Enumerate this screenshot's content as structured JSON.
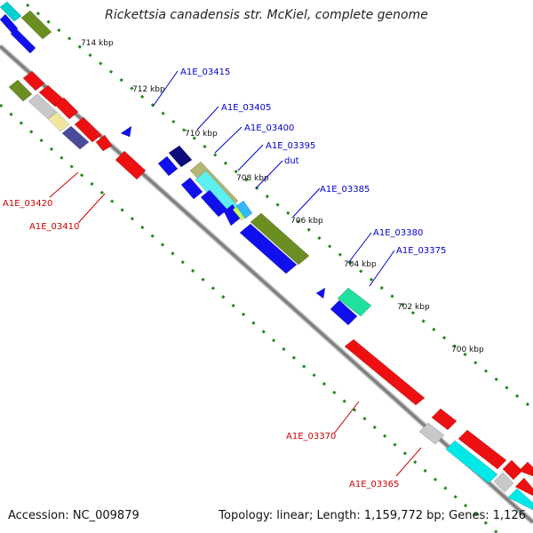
{
  "title": "Rickettsia canadensis str. McKiel, complete genome",
  "footer": {
    "accession": "Accession: NC_009879",
    "info": "Topology: linear; Length: 1,159,772 bp; Genes: 1,126"
  },
  "colors": {
    "backbone": "#8a8a8a",
    "tick": "#1f8a1f",
    "forward_label": "#0000cc",
    "reverse_label": "#cc0000"
  },
  "kbp_labels": [
    "714 kbp",
    "712 kbp",
    "710 kbp",
    "708 kbp",
    "706 kbp",
    "704 kbp",
    "702 kbp",
    "700 kbp"
  ],
  "forward_gene_labels": [
    "A1E_03415",
    "A1E_03405",
    "A1E_03400",
    "A1E_03395",
    "dut",
    "A1E_03385",
    "A1E_03380",
    "A1E_03375"
  ],
  "reverse_gene_labels": [
    "A1E_03420",
    "A1E_03410",
    "A1E_03370",
    "A1E_03365"
  ]
}
